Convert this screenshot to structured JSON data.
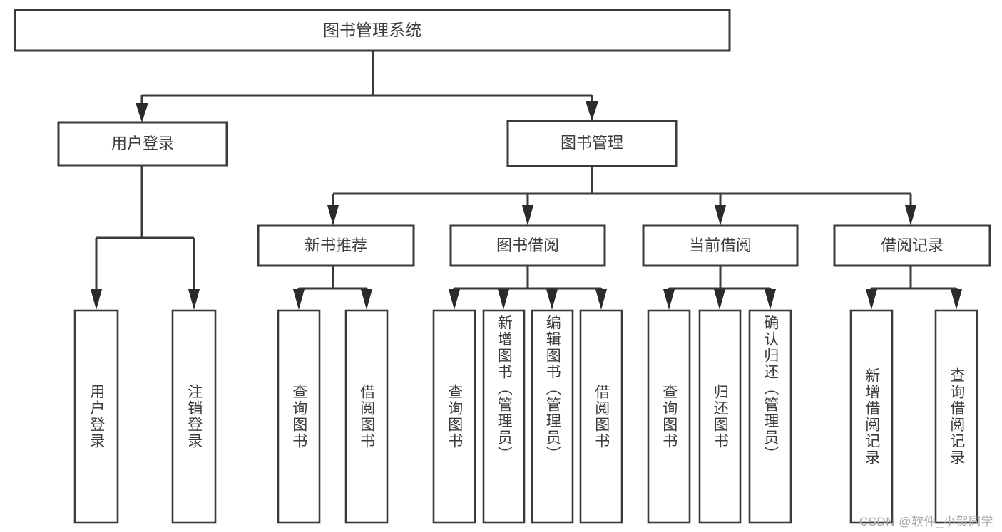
{
  "diagram": {
    "type": "hierarchy-tree",
    "title": "图书管理系统",
    "watermark": "CSDN @软件_小贺同学",
    "colors": {
      "background": "#ffffff",
      "box_stroke": "#3a3a3a",
      "edge": "#3a3a3a",
      "arrowhead": "#2b2b2b",
      "text": "#3c3c3c",
      "watermark": "#a8a8a8"
    },
    "root": {
      "label": "图书管理系统"
    },
    "level2": [
      {
        "label": "用户登录"
      },
      {
        "label": "图书管理"
      }
    ],
    "level3": [
      {
        "label": "新书推荐"
      },
      {
        "label": "图书借阅"
      },
      {
        "label": "当前借阅"
      },
      {
        "label": "借阅记录"
      }
    ],
    "leaves": {
      "user_login": [
        {
          "label": "用户登录"
        },
        {
          "label": "注销登录"
        }
      ],
      "new_book_recommend": [
        {
          "label": "查询图书"
        },
        {
          "label": "借阅图书"
        }
      ],
      "book_borrow": [
        {
          "label": "查询图书"
        },
        {
          "label": "新增图书（管理员）"
        },
        {
          "label": "编辑图书（管理员）"
        },
        {
          "label": "借阅图书"
        }
      ],
      "current_borrow": [
        {
          "label": "查询图书"
        },
        {
          "label": "归还图书"
        },
        {
          "label": "确认归还（管理员）"
        }
      ],
      "borrow_record": [
        {
          "label": "新增借阅记录"
        },
        {
          "label": "查询借阅记录"
        }
      ]
    }
  }
}
